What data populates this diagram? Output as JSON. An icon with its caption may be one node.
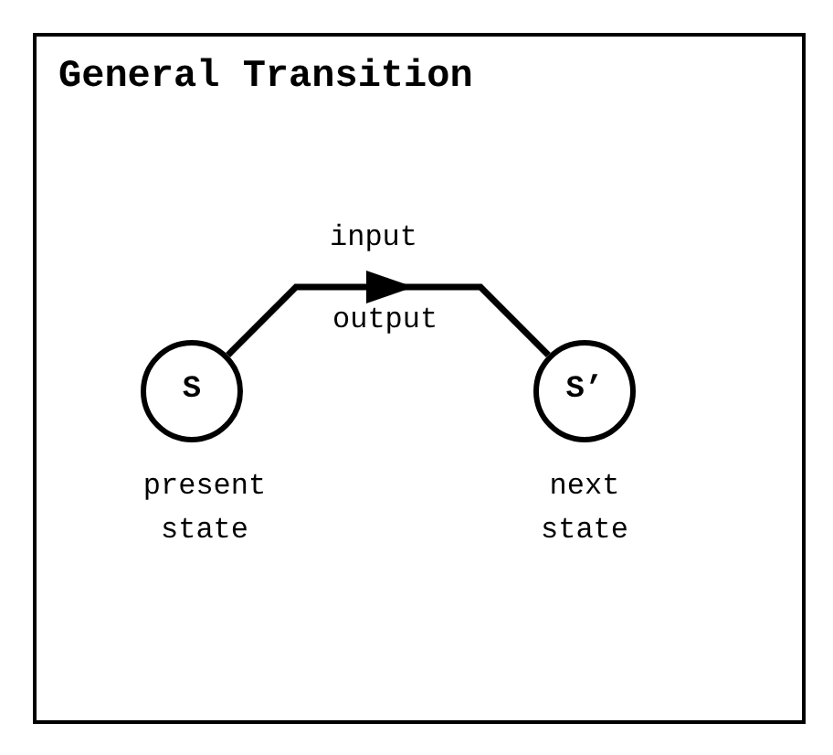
{
  "diagram": {
    "title": "General Transition",
    "nodes": [
      {
        "text": [
          "S"
        ],
        "beside": [
          "present state"
        ]
      },
      {
        "text": [
          "S’"
        ],
        "beside": [
          "next state"
        ]
      }
    ],
    "edges": [
      {
        "from": 0,
        "to": 1,
        "arrow": "to",
        "label": "input"
      }
    ],
    "labels": [
      "output"
    ]
  }
}
